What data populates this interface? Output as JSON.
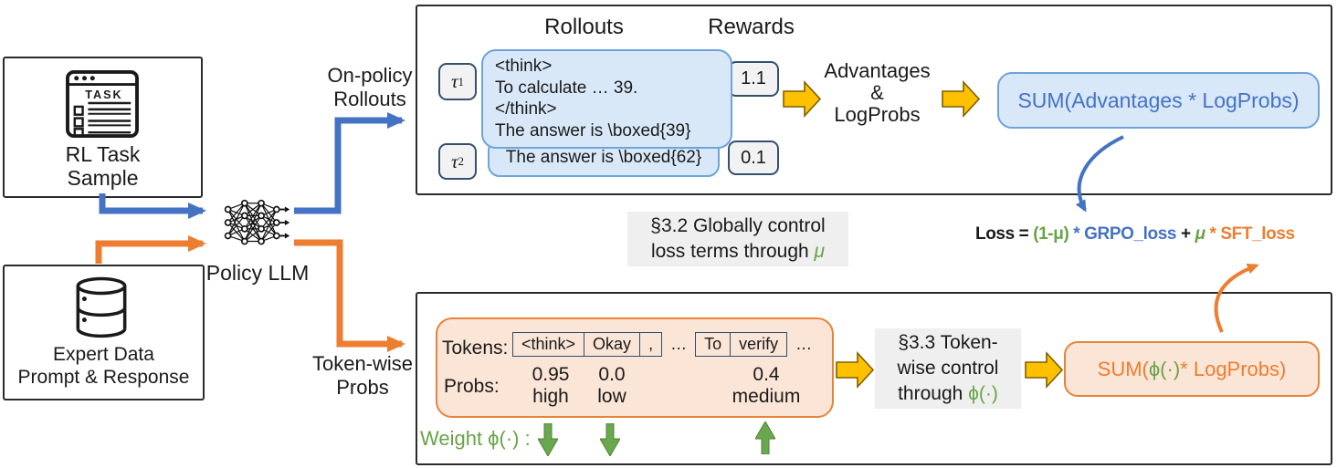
{
  "colors": {
    "blue": "#4472C4",
    "orange": "#ED7D31",
    "green": "#67A347",
    "yellow": "#FFC000",
    "light_blue_fill": "#D9E8F8",
    "light_orange_fill": "#FBE5D6",
    "grey_fill": "#EFEFEF",
    "navy_border": "#34506E"
  },
  "left_column": {
    "rl_task": {
      "line1": "RL Task",
      "line2": "Sample",
      "icon_text": "TASK"
    },
    "expert_data": {
      "line1": "Expert Data",
      "line2": "Prompt & Response"
    },
    "policy_llm_label": "Policy LLM"
  },
  "edge_labels": {
    "on_policy_line1": "On-policy",
    "on_policy_line2": "Rollouts",
    "token_wise_line1": "Token-wise",
    "token_wise_line2": "Probs"
  },
  "top_panel": {
    "rollouts_heading": "Rollouts",
    "rewards_heading": "Rewards",
    "tau_symbol": "τ",
    "tau1_sub": "1",
    "tau2_sub": "2",
    "rollout1_lines": [
      "<think>",
      "To calculate … 39.",
      "</think>",
      "The answer is \\boxed{39}"
    ],
    "rollout2_text": "The answer is \\boxed{62}",
    "reward1": "1.1",
    "reward2": "0.1",
    "advantages_line1": "Advantages",
    "advantages_line2": "&",
    "advantages_line3": "LogProbs",
    "sum_formula": "SUM(Advantages * LogProbs)"
  },
  "middle": {
    "sec32_line1": "§3.2 Globally control",
    "sec32_line2_prefix": "loss terms through ",
    "sec32_mu": "μ",
    "loss_lhs": "Loss = ",
    "loss_one_minus_mu": "(1-μ)",
    "loss_star1": " * ",
    "loss_grpo": "GRPO_loss",
    "loss_plus": " + ",
    "loss_mu": "μ",
    "loss_star2": " * ",
    "loss_sft": "SFT_loss"
  },
  "bottom_panel": {
    "tokens_label": "Tokens:",
    "probs_label": "Probs:",
    "token_group1": [
      "<think>",
      "Okay",
      ","
    ],
    "token_group2": [
      "To",
      "verify"
    ],
    "ellipsis": "…",
    "prob1_value": "0.95",
    "prob1_level": "high",
    "prob2_value": "0.0",
    "prob2_level": "low",
    "prob3_value": "0.4",
    "prob3_level": "medium",
    "weight_label": "Weight ϕ(·) :",
    "sec33_line1": "§3.3 Token-",
    "sec33_line2": "wise control",
    "sec33_line3_prefix": "through ",
    "sec33_phi": "ϕ(·)",
    "sum_prefix": "SUM(",
    "sum_phi": "ϕ(·)",
    "sum_suffix": " * LogProbs)"
  }
}
